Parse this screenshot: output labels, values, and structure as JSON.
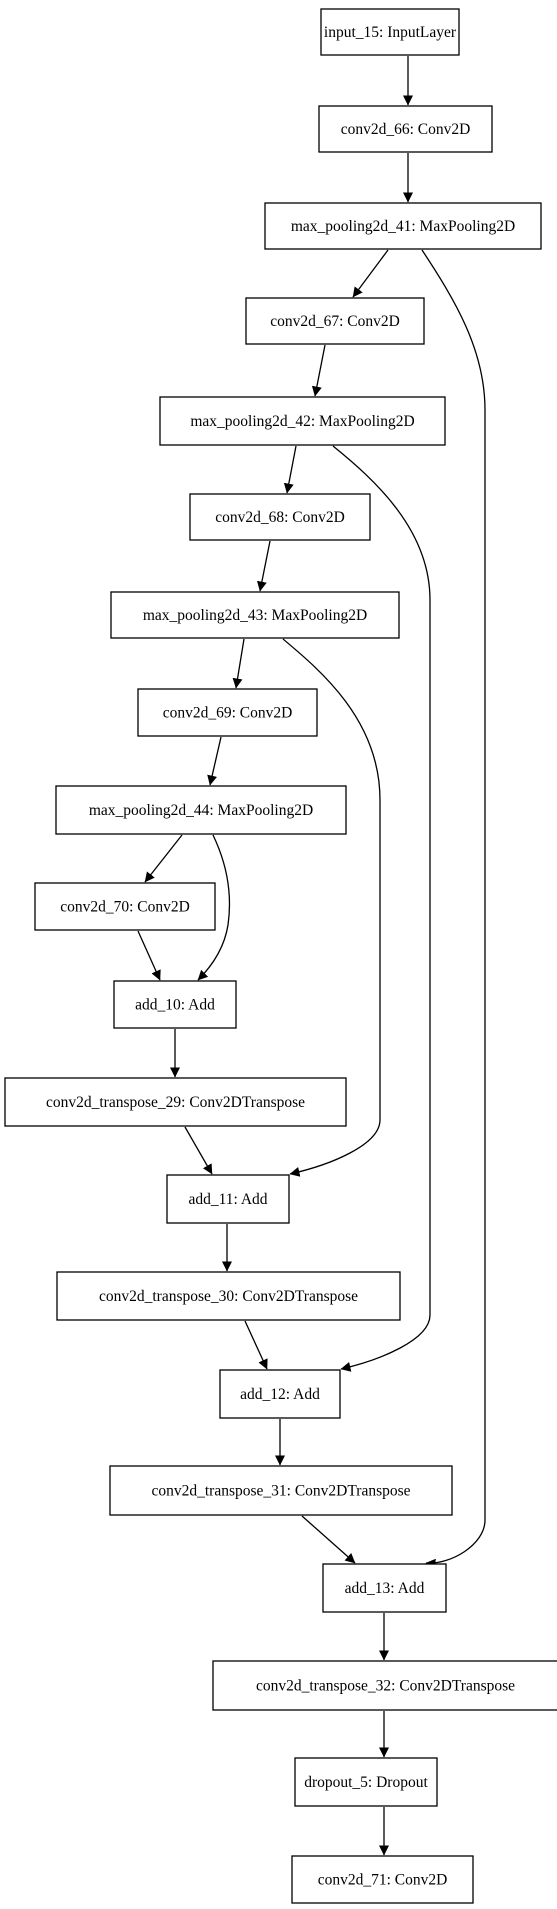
{
  "nodes": [
    {
      "id": "input_15",
      "label": "input_15: InputLayer"
    },
    {
      "id": "conv2d_66",
      "label": "conv2d_66: Conv2D"
    },
    {
      "id": "max_pooling2d_41",
      "label": "max_pooling2d_41: MaxPooling2D"
    },
    {
      "id": "conv2d_67",
      "label": "conv2d_67: Conv2D"
    },
    {
      "id": "max_pooling2d_42",
      "label": "max_pooling2d_42: MaxPooling2D"
    },
    {
      "id": "conv2d_68",
      "label": "conv2d_68: Conv2D"
    },
    {
      "id": "max_pooling2d_43",
      "label": "max_pooling2d_43: MaxPooling2D"
    },
    {
      "id": "conv2d_69",
      "label": "conv2d_69: Conv2D"
    },
    {
      "id": "max_pooling2d_44",
      "label": "max_pooling2d_44: MaxPooling2D"
    },
    {
      "id": "conv2d_70",
      "label": "conv2d_70: Conv2D"
    },
    {
      "id": "add_10",
      "label": "add_10: Add"
    },
    {
      "id": "conv2d_transpose_29",
      "label": "conv2d_transpose_29: Conv2DTranspose"
    },
    {
      "id": "add_11",
      "label": "add_11: Add"
    },
    {
      "id": "conv2d_transpose_30",
      "label": "conv2d_transpose_30: Conv2DTranspose"
    },
    {
      "id": "add_12",
      "label": "add_12: Add"
    },
    {
      "id": "conv2d_transpose_31",
      "label": "conv2d_transpose_31: Conv2DTranspose"
    },
    {
      "id": "add_13",
      "label": "add_13: Add"
    },
    {
      "id": "conv2d_transpose_32",
      "label": "conv2d_transpose_32: Conv2DTranspose"
    },
    {
      "id": "dropout_5",
      "label": "dropout_5: Dropout"
    },
    {
      "id": "conv2d_71",
      "label": "conv2d_71: Conv2D"
    }
  ],
  "edges": [
    {
      "from": "input_15",
      "to": "conv2d_66"
    },
    {
      "from": "conv2d_66",
      "to": "max_pooling2d_41"
    },
    {
      "from": "max_pooling2d_41",
      "to": "conv2d_67"
    },
    {
      "from": "max_pooling2d_41",
      "to": "add_13"
    },
    {
      "from": "conv2d_67",
      "to": "max_pooling2d_42"
    },
    {
      "from": "max_pooling2d_42",
      "to": "conv2d_68"
    },
    {
      "from": "max_pooling2d_42",
      "to": "add_12"
    },
    {
      "from": "conv2d_68",
      "to": "max_pooling2d_43"
    },
    {
      "from": "max_pooling2d_43",
      "to": "conv2d_69"
    },
    {
      "from": "max_pooling2d_43",
      "to": "add_11"
    },
    {
      "from": "conv2d_69",
      "to": "max_pooling2d_44"
    },
    {
      "from": "max_pooling2d_44",
      "to": "conv2d_70"
    },
    {
      "from": "max_pooling2d_44",
      "to": "add_10"
    },
    {
      "from": "conv2d_70",
      "to": "add_10"
    },
    {
      "from": "add_10",
      "to": "conv2d_transpose_29"
    },
    {
      "from": "conv2d_transpose_29",
      "to": "add_11"
    },
    {
      "from": "add_11",
      "to": "conv2d_transpose_30"
    },
    {
      "from": "conv2d_transpose_30",
      "to": "add_12"
    },
    {
      "from": "add_12",
      "to": "conv2d_transpose_31"
    },
    {
      "from": "conv2d_transpose_31",
      "to": "add_13"
    },
    {
      "from": "add_13",
      "to": "conv2d_transpose_32"
    },
    {
      "from": "conv2d_transpose_32",
      "to": "dropout_5"
    },
    {
      "from": "dropout_5",
      "to": "conv2d_71"
    }
  ]
}
